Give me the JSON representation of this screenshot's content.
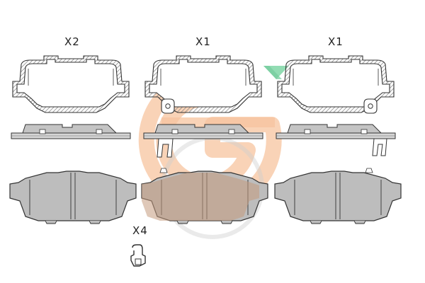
{
  "labels": {
    "qty_column_1": "X2",
    "qty_column_2": "X1",
    "qty_column_3": "X1",
    "qty_clips": "X4"
  },
  "colors": {
    "pad_fill": "#bdbdbd",
    "pad_fill_tinted": "#c49a7e",
    "outline": "#333333",
    "hatch": "#8a8a8a",
    "logo_orange": "#f6b98f",
    "logo_green": "#7fd6a6",
    "logo_gray": "#c8c8c8"
  },
  "icons": {
    "watermark": "brand-logo-watermark",
    "clip": "retaining-clip-icon"
  }
}
